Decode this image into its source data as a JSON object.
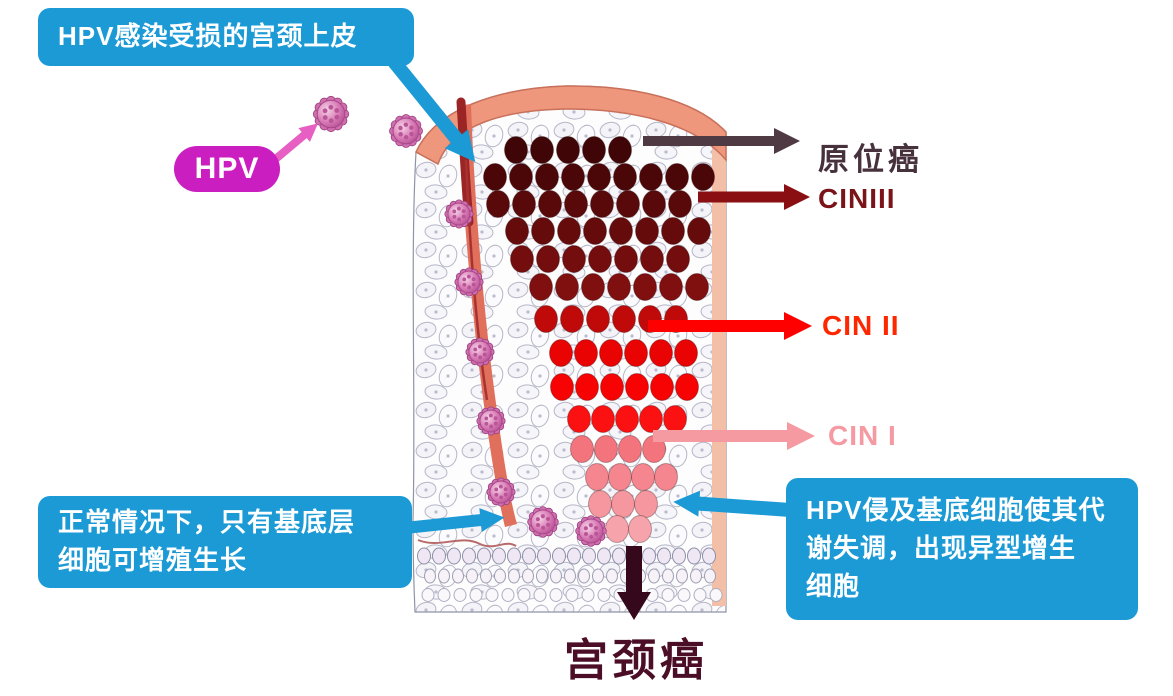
{
  "diagram": {
    "callouts": {
      "top": {
        "lines": [
          "HPV感染受损的宫颈上皮"
        ]
      },
      "bottom_left": {
        "lines": [
          "正常情况下，只有基底层",
          "细胞可增殖生长"
        ]
      },
      "bottom_right": {
        "lines": [
          "HPV侵及基底细胞使其代",
          "谢失调，出现异型增生",
          "细胞"
        ]
      }
    },
    "hpv_label": "HPV",
    "stages": [
      {
        "label": "原位癌",
        "text_color": "#46313d",
        "arrow_color": "#4f3a44"
      },
      {
        "label": "CINIII",
        "text_color": "#7b1418",
        "arrow_color": "#8a0f12"
      },
      {
        "label": "CIN II",
        "text_color": "#fe2800",
        "arrow_color": "#fe0000"
      },
      {
        "label": "CIN I",
        "text_color": "#f59aa2",
        "arrow_color": "#f59aa0"
      }
    ],
    "final_label": {
      "text": "宫颈癌",
      "color": "#4b0e26"
    },
    "colors": {
      "callout_blue": "#1b9ad6",
      "callout_text": "#ffffff",
      "hpv_magenta": "#cb1ec1",
      "hpv_arrow_pink": "#e75fc3",
      "epithelium_band": "#ef977c",
      "infection_streak": "#e0705c",
      "virus_pink": "#cf6fae",
      "cells_dark_top": "#400607",
      "cells_cin3": "#740d0d",
      "cells_cin2": "#f70303",
      "cells_cin1": "#f58690",
      "down_arrow": "#35081c"
    }
  }
}
